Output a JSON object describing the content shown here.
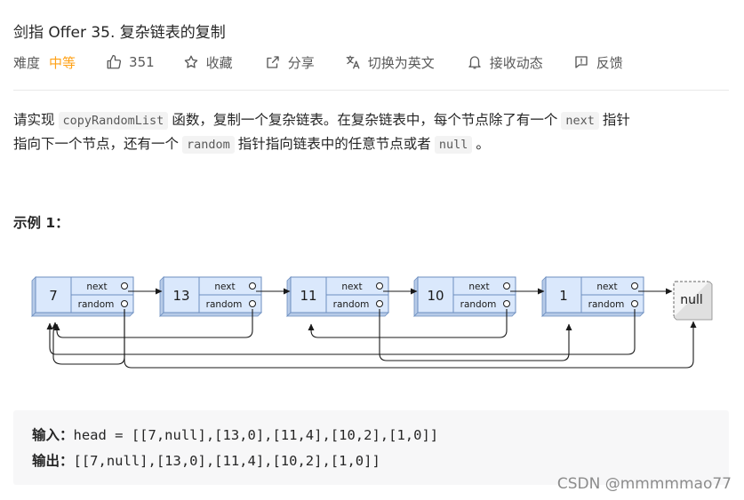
{
  "header": {
    "title": "剑指 Offer 35. 复杂链表的复制"
  },
  "meta": {
    "difficulty_label": "难度",
    "difficulty_value": "中等",
    "likes": "351",
    "favorite": "收藏",
    "share": "分享",
    "switch_lang": "切换为英文",
    "notify": "接收动态",
    "feedback": "反馈"
  },
  "description": {
    "l1_a": "请实现",
    "l1_code": "copyRandomList",
    "l1_b": "函数，复制一个复杂链表。在复杂链表中，每个节点除了有一个",
    "l1_code2": "next",
    "l1_c": "指针",
    "l2_a": "指向下一个节点，还有一个",
    "l2_code": "random",
    "l2_b": "指针指向链表中的任意节点或者",
    "l2_code2": "null",
    "l2_c": "。"
  },
  "example": {
    "title": "示例 1：",
    "input_label": "输入：",
    "input_value": "head = [[7,null],[13,0],[11,4],[10,2],[1,0]]",
    "output_label": "输出：",
    "output_value": "[[7,null],[13,0],[11,4],[10,2],[1,0]]"
  },
  "diagram": {
    "nodes": [
      "7",
      "13",
      "11",
      "10",
      "1"
    ],
    "next_label": "next",
    "random_label": "random",
    "null_label": "null"
  },
  "watermark": "CSDN @mmmmmao77",
  "colors": {
    "accent": "#ffa116",
    "node_fill": "#dae8fc",
    "node_stroke": "#6c8ebf"
  }
}
